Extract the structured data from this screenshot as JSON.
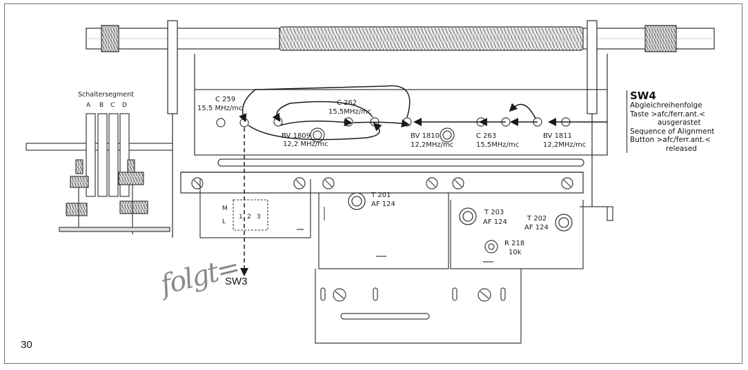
{
  "page_number": "30",
  "switch_segment": {
    "title": "Schaltersegment",
    "letters": [
      "A",
      "B",
      "C",
      "D"
    ]
  },
  "components": {
    "c259": {
      "name": "C 259",
      "freq": "15,5 MHz/mc"
    },
    "c262": {
      "name": "C 262",
      "freq": "15,5MHz/mc"
    },
    "c263": {
      "name": "C 263",
      "freq": "15,5MHz/mc"
    },
    "bv1809": {
      "name": "BV 1809",
      "freq": "12,2 MHz/mc"
    },
    "bv1810": {
      "name": "BV 1810",
      "freq": "12,2MHz/mc"
    },
    "bv1811": {
      "name": "BV 1811",
      "freq": "12,2MHz/mc"
    }
  },
  "transistors": {
    "t201": {
      "name": "T 201",
      "type": "AF 124"
    },
    "t203": {
      "name": "T 203",
      "type": "AF 124"
    },
    "t202": {
      "name": "T 202",
      "type": "AF 124"
    }
  },
  "resistor": {
    "name": "R 218",
    "value": "10k"
  },
  "band_switch": {
    "m": "M",
    "l": "L",
    "positions": [
      "1",
      "2",
      "3"
    ]
  },
  "sw4": {
    "title": "SW4",
    "lines": [
      "Abgleichreihenfolge",
      "Taste >afc/ferr.ant.<",
      "ausgerastet",
      "Sequence of Alignment",
      "Button >afc/ferr.ant.<",
      "released"
    ]
  },
  "sw3": {
    "label": "SW3",
    "handwriting": "folgt="
  },
  "colors": {
    "ink": "#1a1a1a",
    "line": "#3a3a3a",
    "light": "#9a9a9a",
    "paper": "#ffffff"
  }
}
